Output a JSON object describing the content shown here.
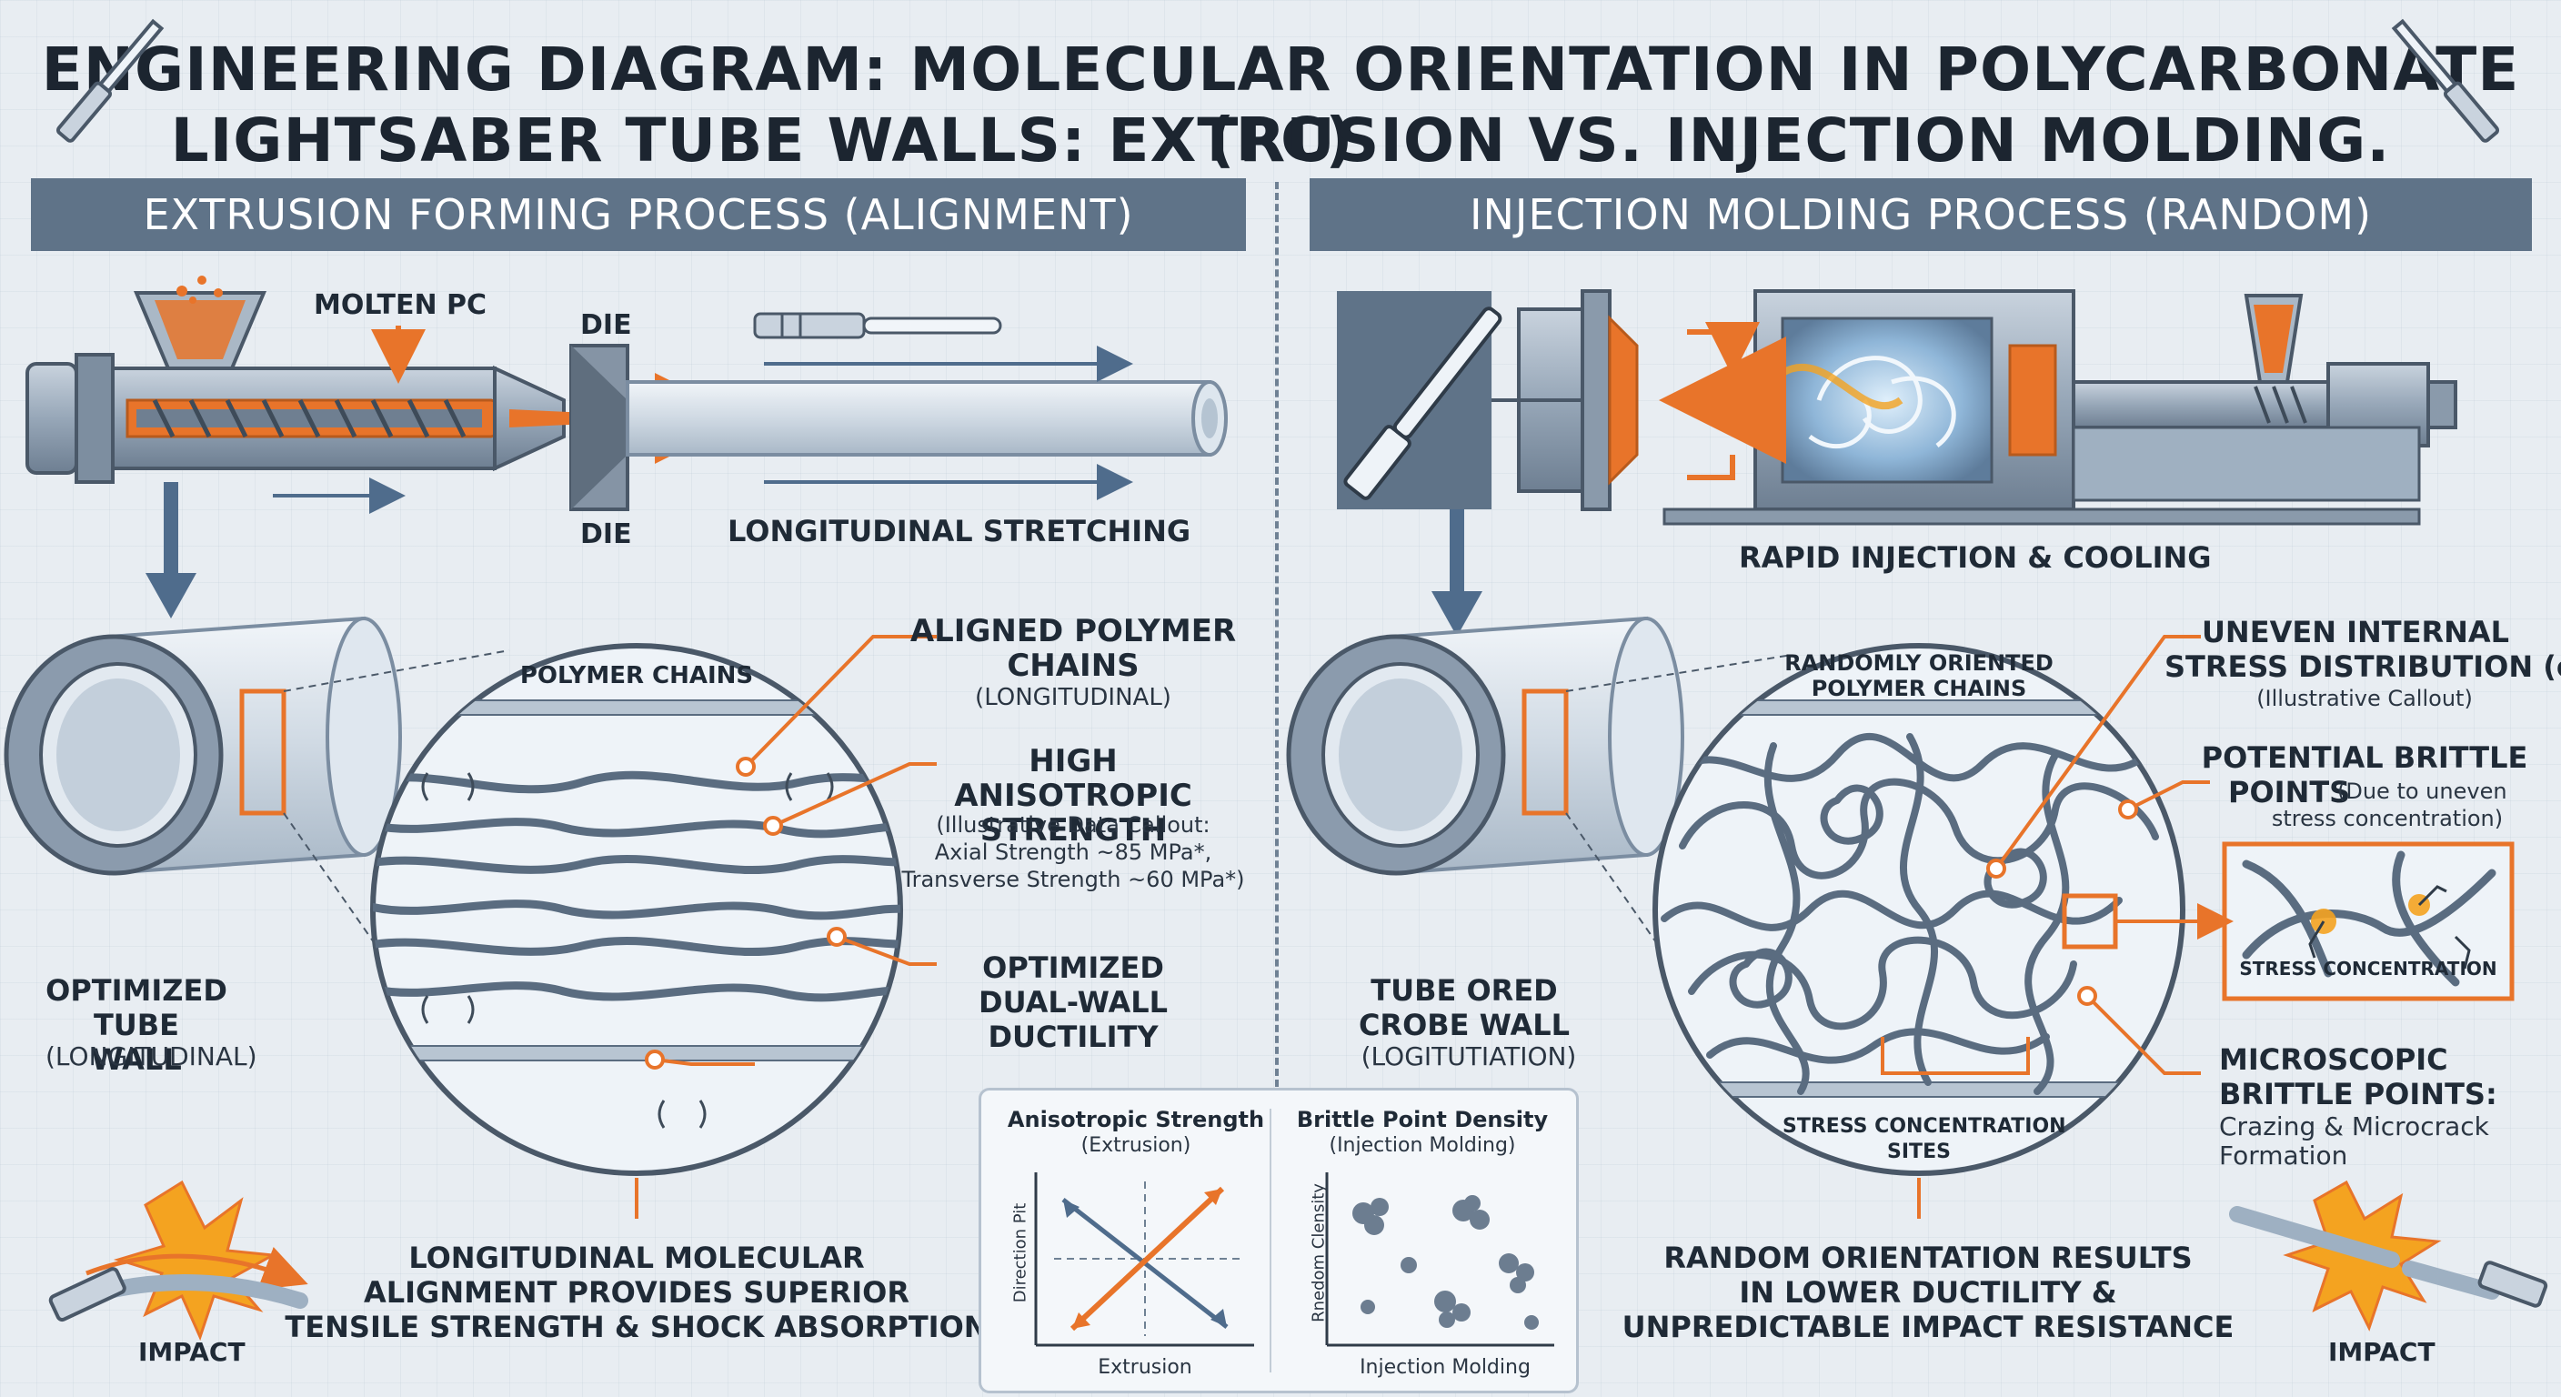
{
  "title": {
    "line1": "ENGINEERING DIAGRAM: MOLECULAR ORIENTATION IN POLYCARBONATE (PC)",
    "line2": "LIGHTSABER TUBE WALLS: EXTRUSION VS. INJECTION MOLDING."
  },
  "left": {
    "banner": "EXTRUSION FORMING PROCESS (ALIGNMENT)",
    "molten_pc": "MOLTEN PC",
    "die_top": "DIE",
    "die_bottom": "DIE",
    "stretching": "LONGITUDINAL STRETCHING",
    "polymer_chains": "POLYMER CHAINS",
    "aligned_title": "ALIGNED POLYMER CHAINS",
    "aligned_sub": "(LONGITUDINAL)",
    "anisotropic_title": "HIGH ANISOTROPIC STRENGTH",
    "anisotropic_note1": "(Illustrative Data Callout:",
    "anisotropic_note2": "Axial Strength ~85 MPa*,",
    "anisotropic_note3": "Transverse Strength ~60 MPa*)",
    "ductility": "OPTIMIZED DUAL-WALL DUCTILITY",
    "tube_wall_title": "OPTIMIZED TUBE WALL",
    "tube_wall_sub": "(LONGITUDINAL)",
    "conclusion1": "LONGITUDINAL MOLECULAR",
    "conclusion2": "ALIGNMENT PROVIDES SUPERIOR",
    "conclusion3": "TENSILE STRENGTH & SHOCK ABSORPTION",
    "impact": "IMPACT"
  },
  "right": {
    "banner": "INJECTION MOLDING PROCESS (RANDOM)",
    "rapid": "RAPID INJECTION & COOLING",
    "random_chains1": "RANDOMLY ORIENTED",
    "random_chains2": "POLYMER CHAINS",
    "uneven_title1": "UNEVEN INTERNAL",
    "uneven_title2": "STRESS DISTRIBUTION (σᵢ)",
    "uneven_sub": "(Illustrative Callout)",
    "brittle_title1": "POTENTIAL BRITTLE",
    "brittle_title2": "POINTS",
    "brittle_note1": "(Due to uneven",
    "brittle_note2": "stress concentration)",
    "stress_conc": "STRESS CONCENTRATION",
    "micro_title1": "MICROSCOPIC",
    "micro_title2": "BRITTLE POINTS:",
    "micro_sub1": "Crazing & Microcrack",
    "micro_sub2": "Formation",
    "tube_label1": "TUBE ORED",
    "tube_label2": "CROBE WALL",
    "tube_label3": "(LOGITUTIATION)",
    "sites1": "STRESS CONCENTRATION",
    "sites2": "SITES",
    "conclusion1": "RANDOM ORIENTATION RESULTS",
    "conclusion2": "IN LOWER DUCTILITY &",
    "conclusion3": "UNPREDICTABLE IMPACT RESISTANCE",
    "impact": "IMPACT"
  },
  "chart_data": [
    {
      "type": "scatter",
      "title": "Anisotropic Strength",
      "subtitle": "(Extrusion)",
      "xlabel": "Extrusion",
      "ylabel": "Direction Pit",
      "grid": false
    },
    {
      "type": "scatter",
      "title": "Brittle Point Density",
      "subtitle": "(Injection Molding)",
      "xlabel": "Injection Molding",
      "ylabel": "Rnedom Clensity",
      "grid": false
    }
  ],
  "colors": {
    "accent": "#e8742a",
    "banner": "#5f7388",
    "steel": "#8a9aab",
    "dark_steel": "#4a5868",
    "chain": "#5a6c80"
  }
}
